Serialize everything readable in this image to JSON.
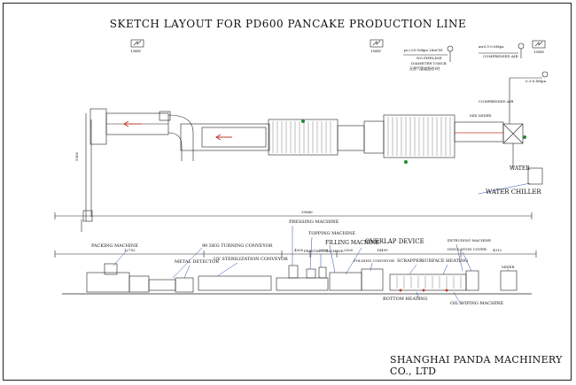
{
  "drawing": {
    "title": "SKETCH LAYOUT FOR PD600 PANCAKE PRODUCTION LINE",
    "company": "SHANGHAI PANDA MACHINERY CO., LTD"
  },
  "plan_labels": {
    "power_left": "13KW",
    "power_mid": "15KW",
    "power_right": "15KW",
    "gas_spec": "ps=20-50kpa 28m³/H",
    "gas_pipeline": "NG PIPELINE",
    "diameter": "DIAMETER 15MCB",
    "gas_note": "天然气管道直径1吋",
    "air_spec": "air0.5-0.6Mpa",
    "compressed_air_top": "COMPRESSED AIR",
    "water_spec": "0.3-0.4Mpa",
    "compressed_air_mid": "COMPRESSED AIR",
    "mix_mixer": "MIX MIXER",
    "water": "WATER",
    "water_chiller": "WATER CHILLER"
  },
  "elevation_labels": {
    "pressing_machine": "PRESSING MACHINE",
    "topping_machine": "TOPPING MACHINE",
    "printing_machine": "PRINTING MACHINE",
    "filling_machine": "FILLING MACHINE",
    "overlap_device": "OVERLAP DEVICE",
    "folding_conveyor": "FOLDING CONVEYOR",
    "packing_machine": "PACKING MACHINE",
    "turning_conveyor": "90 DEG TURNING CONVEYOR",
    "metal_detector": "METAL DETECTOR",
    "uv_conveyor": "UV STERILIZATION CONVEYOR",
    "scrapper": "SCRAPPER",
    "surface_heating": "SURFACE HEATING",
    "extruding_machine": "EXTRUDING MACHINE",
    "insulation_cover": "INSULATION COVER",
    "mixer": "MIXER",
    "bottom_heating": "BOTTOM HEATING",
    "oil_wiping_machine": "OIL WIPING MACHINE"
  },
  "dimensions": {
    "overall": "39866",
    "d1": "12752",
    "d2": "4000",
    "d3": "2000",
    "d4": "2000",
    "d5": "14499",
    "d6": "4312",
    "vertical": "5566"
  }
}
